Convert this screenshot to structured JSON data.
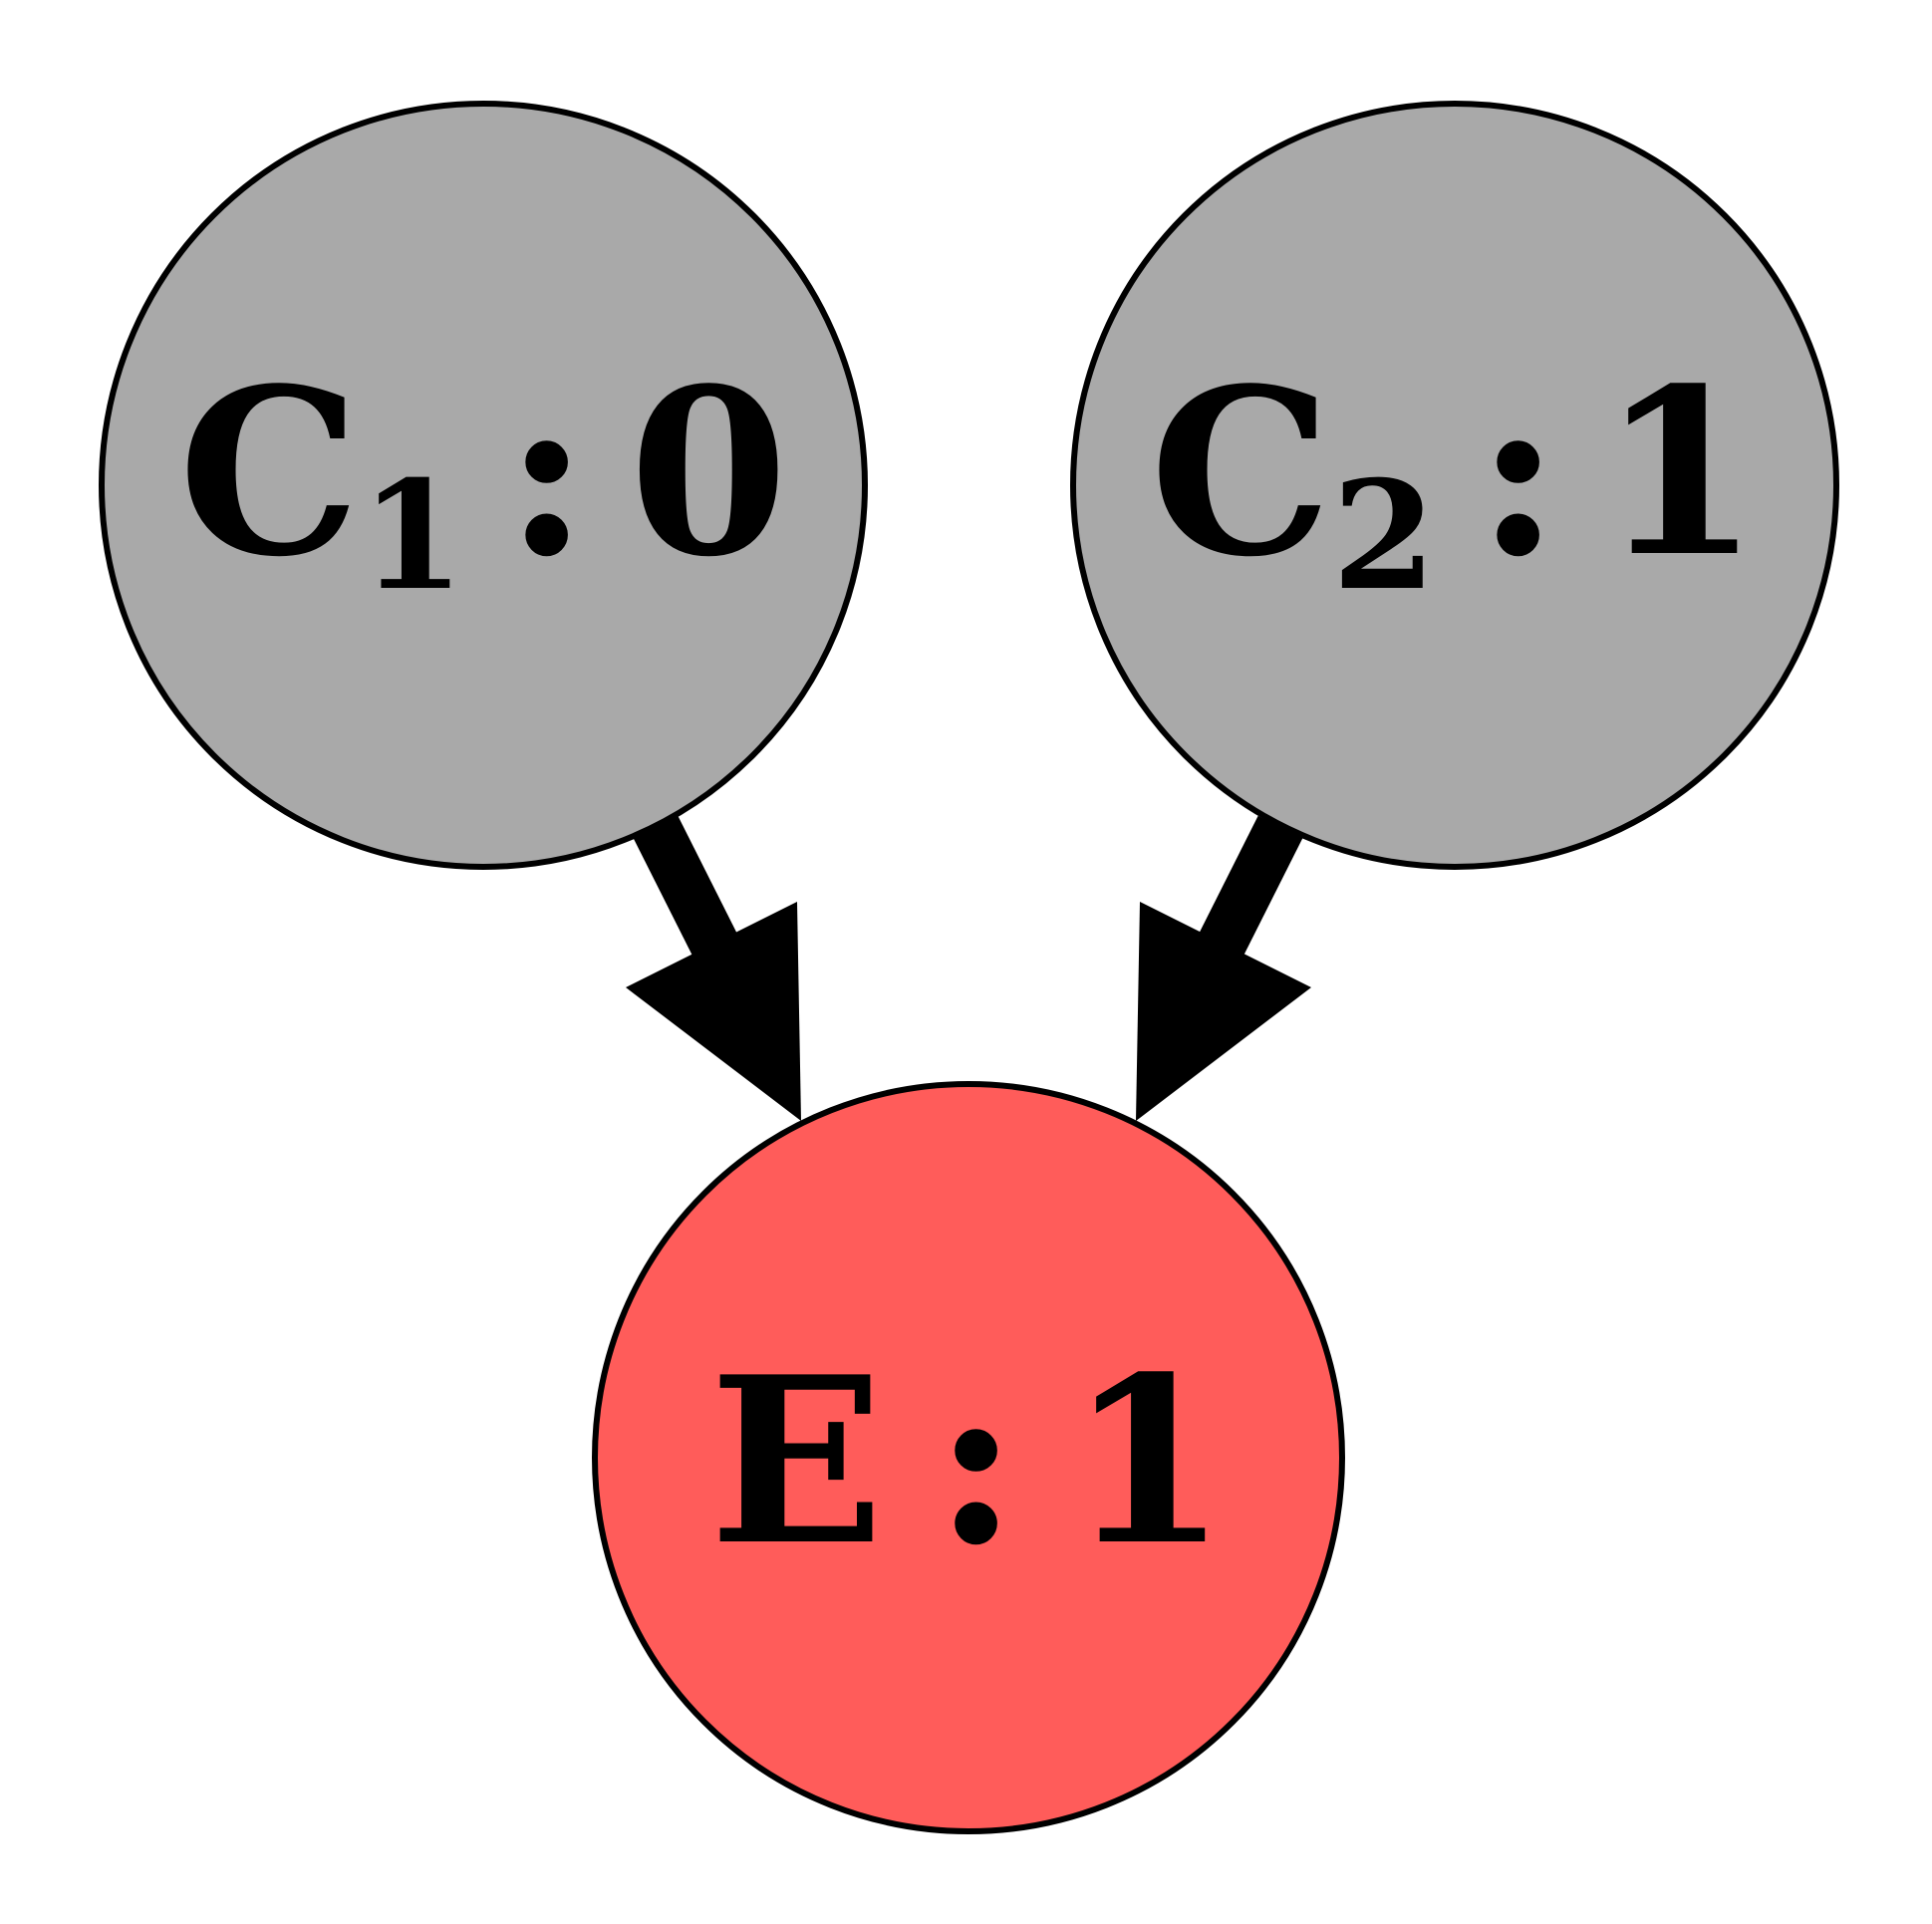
{
  "diagram": {
    "nodes": [
      {
        "id": "c1",
        "symbol": "C",
        "subscript": "1",
        "separator": ":",
        "value": "0",
        "fill": "#a9a9a9"
      },
      {
        "id": "c2",
        "symbol": "C",
        "subscript": "2",
        "separator": ":",
        "value": "1",
        "fill": "#a9a9a9"
      },
      {
        "id": "e",
        "symbol": "E",
        "subscript": "",
        "separator": ":",
        "value": "1",
        "fill": "#ff5c5a"
      }
    ],
    "edges": [
      {
        "from": "c1",
        "to": "e"
      },
      {
        "from": "c2",
        "to": "e"
      }
    ],
    "colors": {
      "stroke": "#000000",
      "background": "#ffffff"
    }
  }
}
